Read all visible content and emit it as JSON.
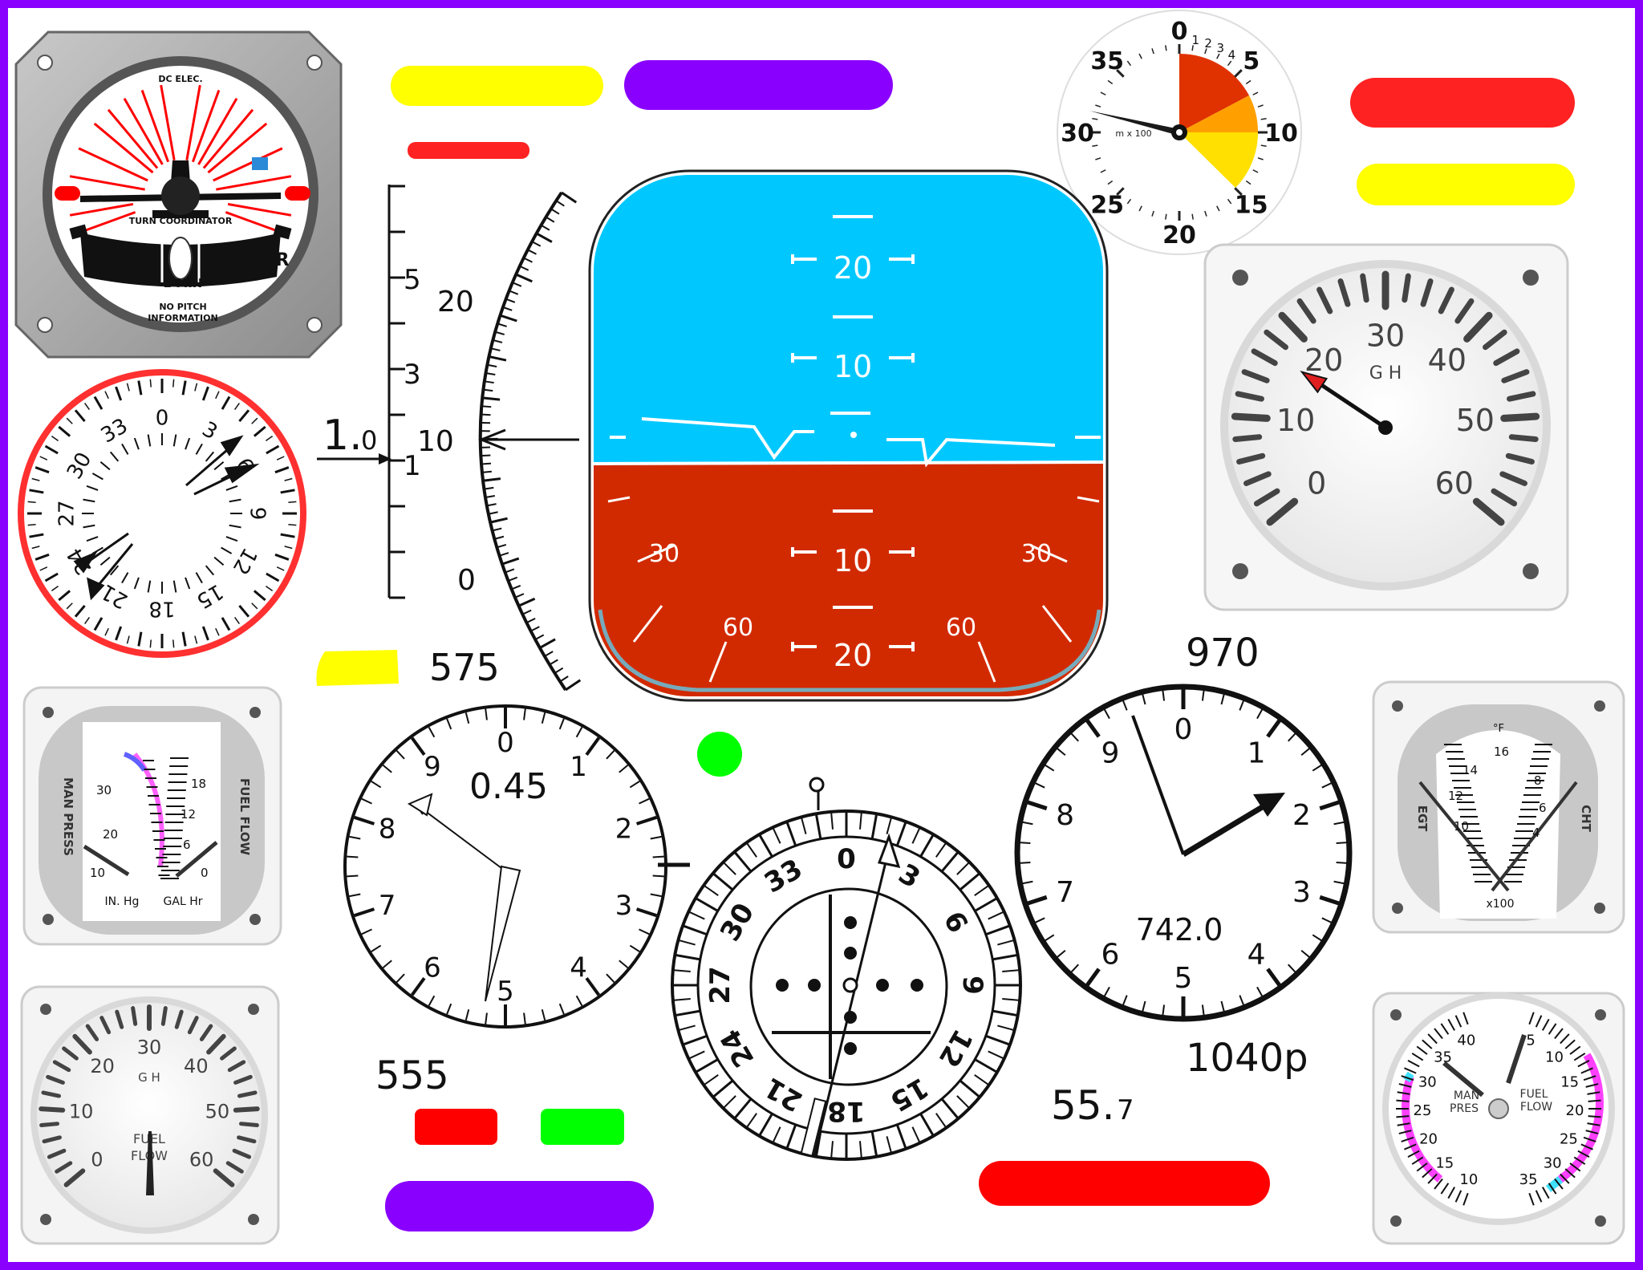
{
  "colors": {
    "frame": "#8a00ff",
    "sky": "#00c8ff",
    "ground": "#d22a00",
    "red": "#ff2222",
    "yellow": "#ffff00",
    "purple": "#8a00ff",
    "green": "#00ff00"
  },
  "pills": [
    {
      "id": "pill-yellow-top",
      "color": "#ffff00",
      "clickable": true
    },
    {
      "id": "pill-purple-top",
      "color": "#8a00ff",
      "clickable": true
    },
    {
      "id": "pill-red-small-top",
      "color": "#ff2222",
      "clickable": true
    },
    {
      "id": "pill-red-top-right",
      "color": "#ff2222",
      "clickable": true
    },
    {
      "id": "pill-yellow-right",
      "color": "#ffff00",
      "clickable": true
    },
    {
      "id": "pill-yellow-small-left",
      "color": "#ffff00",
      "clickable": true
    },
    {
      "id": "pill-red-bottom-left",
      "color": "#ff0000",
      "clickable": true
    },
    {
      "id": "pill-green-bottom-left",
      "color": "#00ff00",
      "clickable": true
    },
    {
      "id": "pill-purple-bottom",
      "color": "#8a00ff",
      "clickable": true
    },
    {
      "id": "pill-red-bottom-right",
      "color": "#ff0000",
      "clickable": true
    }
  ],
  "indicator_dot": {
    "color": "#00ff00"
  },
  "turn_coordinator": {
    "top_label": "DC ELEC.",
    "name": "TURN COORDINATOR",
    "left": "L",
    "right": "R",
    "rate": "2 MIN",
    "note_line1": "NO PITCH",
    "note_line2": "INFORMATION"
  },
  "altimeter_mx100": {
    "labels": [
      "0",
      "5",
      "10",
      "15",
      "20",
      "25",
      "30",
      "35"
    ],
    "small_labels": [
      "1",
      "2",
      "3",
      "4"
    ],
    "unit": "m x 100",
    "needle_value": 31.5
  },
  "airspeed_gh_top": {
    "labels": [
      "0",
      "10",
      "20",
      "30",
      "40",
      "50",
      "60"
    ],
    "unit": "G H",
    "needle_value": 17
  },
  "heading_compass": {
    "labels": [
      "0",
      "3",
      "6",
      "9",
      "12",
      "15",
      "18",
      "21",
      "24",
      "27",
      "30",
      "33"
    ]
  },
  "vertical_scale": {
    "labels": [
      "5",
      "3",
      "1"
    ],
    "readout_main": "1.",
    "readout_sub": "0"
  },
  "arc_scale": {
    "labels": [
      "20",
      "10",
      "0"
    ]
  },
  "attitude": {
    "pitch_labels_up": [
      "20",
      "10"
    ],
    "pitch_labels_down": [
      "10",
      "20"
    ],
    "bank_labels": [
      "30",
      "60",
      "30",
      "60"
    ]
  },
  "readouts": {
    "r575": "575",
    "r970": "970",
    "r555": "555",
    "r1040p": "1040p",
    "r55_main": "55.",
    "r55_sub": "7"
  },
  "clock_left": {
    "labels": [
      "0",
      "1",
      "2",
      "3",
      "4",
      "5",
      "6",
      "7",
      "8",
      "9"
    ],
    "center_value": "0.45"
  },
  "nav_compass": {
    "labels": [
      "0",
      "3",
      "6",
      "9",
      "12",
      "15",
      "18",
      "21",
      "24",
      "27",
      "30",
      "33"
    ]
  },
  "clock_right": {
    "labels": [
      "0",
      "1",
      "2",
      "3",
      "4",
      "5",
      "6",
      "7",
      "8",
      "9"
    ],
    "center_value": "742.0"
  },
  "man_press_fuel_flow": {
    "left_title": "MAN PRESS",
    "right_title": "FUEL FLOW",
    "left_labels": [
      "30",
      "20",
      "10"
    ],
    "right_labels": [
      "18",
      "12",
      "6",
      "0"
    ],
    "left_unit": "IN. Hg",
    "right_unit": "GAL Hr"
  },
  "fuel_flow_gauge": {
    "labels": [
      "0",
      "10",
      "20",
      "30",
      "40",
      "50",
      "60"
    ],
    "unit": "G H",
    "title_line1": "FUEL",
    "title_line2": "FLOW"
  },
  "egt_cht": {
    "unit_top": "°F",
    "left_title": "EGT",
    "right_title": "CHT",
    "left_labels": [
      "14",
      "12",
      "10"
    ],
    "right_labels": [
      "16",
      "8",
      "6",
      "4"
    ],
    "multiplier": "x100"
  },
  "dual_map_fuel": {
    "left_labels": [
      "40",
      "35",
      "30",
      "25",
      "20",
      "15",
      "10"
    ],
    "right_labels": [
      "5",
      "10",
      "15",
      "20",
      "25",
      "30",
      "35"
    ],
    "left_title_line1": "MAN",
    "left_title_line2": "PRES",
    "right_title_line1": "FUEL",
    "right_title_line2": "FLOW"
  }
}
